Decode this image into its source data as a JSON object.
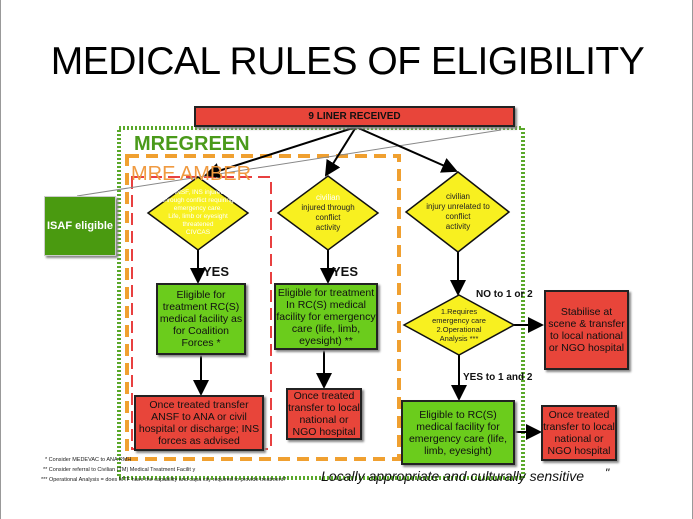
{
  "title": "MEDICAL RULES OF ELIGIBILITY",
  "start": "9 LINER   RECEIVED",
  "zones": {
    "green": "MREGREEN",
    "amber": "MRE AMBER"
  },
  "isaf": "ISAF eligible",
  "decisions": {
    "d1": [
      "ANSF, INS injured",
      "through conflict requiring",
      "emergency care.",
      "Life, limb or eyesight",
      "threatened",
      "CIVCAS"
    ],
    "d2": [
      "civilian",
      "injured through",
      "conflict",
      "activity"
    ],
    "d3": [
      "civilian",
      "injury unrelated to",
      "conflict",
      "activity"
    ],
    "d4": [
      "1.Requires",
      "emergency care",
      "2.Operational",
      "Analysis ***"
    ]
  },
  "labels": {
    "yes1": "YES",
    "yes2": "YES",
    "no12": "NO  to 1 or 2",
    "yes12": "YES to 1 and 2"
  },
  "boxes": {
    "g1": "Eligible for treatment RC(S) medical facility as for Coalition Forces *",
    "g2": "Eligible for treatment In RC(S) medical facility for emergency care (life, limb, eyesight) **",
    "g3": "Eligible to RC(S) medical facility for emergency care (life, limb, eyesight)",
    "r1": "Once treated    transfer ANSF to ANA    or civil hospital or discharge; INS forces as advised",
    "r2": "Once treated transfer to local national or NGO hospital",
    "r3": "Stabilise at scene & transfer to local national or NGO hospital",
    "r4": "Once treated transfer to local national or NGO hospital"
  },
  "footnotes": [
    "*  Consider MEDEVAC to ANA  RMH",
    "** Consider referral to Civilian (TM) Medical Treatment Facilit                       y",
    "*** Operational Analysis = does MTF have the capability and capa                          city required to provide treatment?"
  ],
  "tagline": "Locally appropriate and culturally sensitive",
  "quote": "\""
}
